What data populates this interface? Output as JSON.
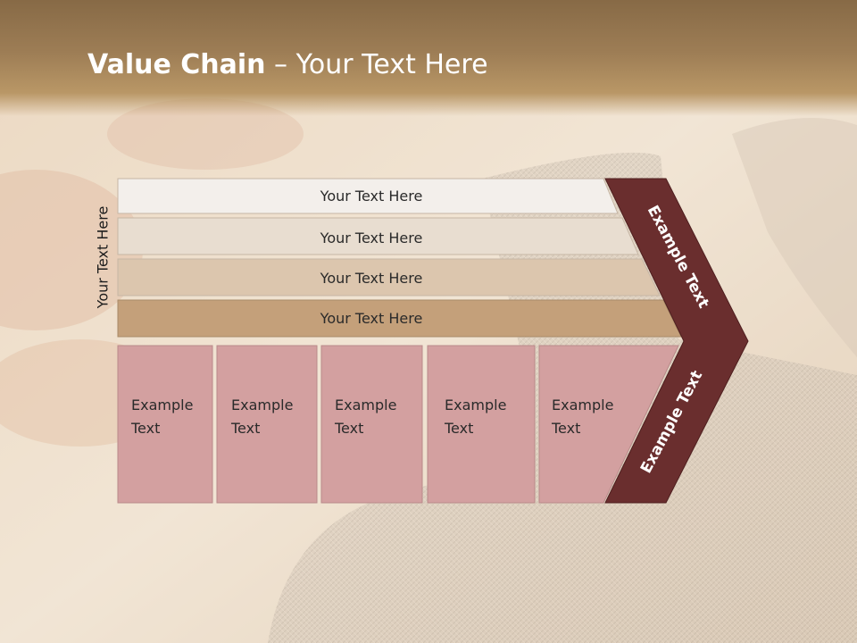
{
  "slide": {
    "title_bold": "Value Chain",
    "title_rest": " – Your Text Here",
    "side_label": "Your Text Here"
  },
  "bars": [
    {
      "label": "Your Text Here",
      "color": "#f3efeb"
    },
    {
      "label": "Your Text Here",
      "color": "#e8ddd0"
    },
    {
      "label": "Your Text Here",
      "color": "#dcc6ae"
    },
    {
      "label": "Your Text Here",
      "color": "#c4a07a"
    }
  ],
  "boxes": [
    {
      "line1": "Example",
      "line2": "Text"
    },
    {
      "line1": "Example",
      "line2": "Text"
    },
    {
      "line1": "Example",
      "line2": "Text"
    },
    {
      "line1": "Example",
      "line2": "Text"
    },
    {
      "line1": "Example",
      "line2": "Text"
    }
  ],
  "chevron": {
    "upper_label": "Example Text",
    "lower_label": "Example Text",
    "color": "#6a2e2e"
  },
  "box_color": "#d3a0a0"
}
